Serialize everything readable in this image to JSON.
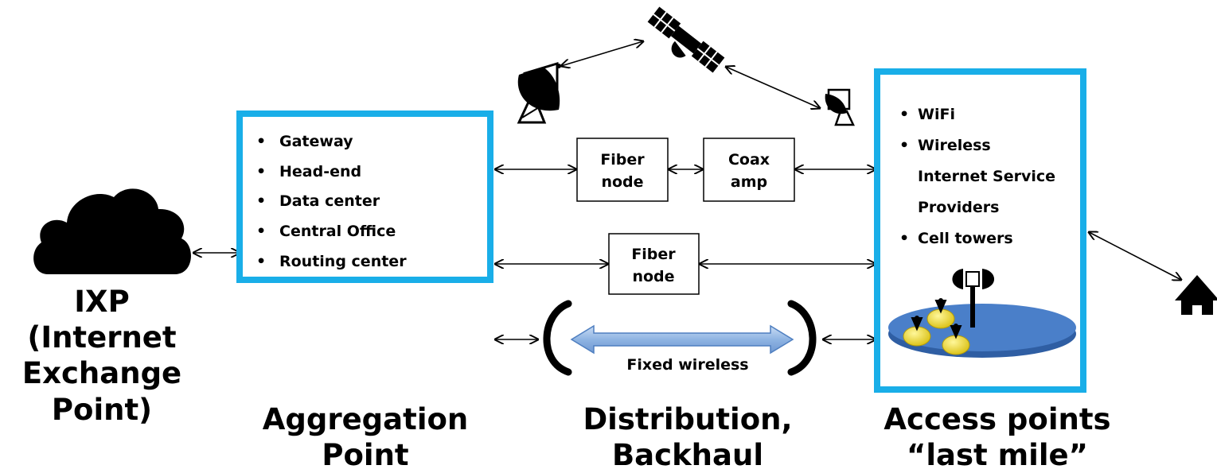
{
  "ixp": {
    "lines": [
      "IXP",
      "(Internet",
      "Exchange",
      "Point)"
    ]
  },
  "aggregation": {
    "items": [
      "Gateway",
      "Head-end",
      "Data center",
      "Central Office",
      "Routing center"
    ],
    "label_lines": [
      "Aggregation",
      "Point"
    ]
  },
  "distribution": {
    "fiber_node_1": [
      "Fiber",
      "node"
    ],
    "coax_amp": [
      "Coax",
      "amp"
    ],
    "fiber_node_2": [
      "Fiber",
      "node"
    ],
    "fixed_wireless": "Fixed wireless",
    "label_lines": [
      "Distribution,",
      "Backhaul"
    ]
  },
  "access": {
    "items": [
      "WiFi",
      "Wireless",
      "Internet Service",
      "Providers",
      "Cell towers"
    ],
    "label_lines": [
      "Access points",
      "“last mile”"
    ]
  },
  "bullet_char": "•",
  "colors": {
    "box_border": "#19aee8",
    "arrow_blue": "#8fb4e3",
    "arrow_blue_dark": "#4f7fc0",
    "disk": "#4a7fc9",
    "tower_yellow": "#e8d430"
  },
  "icons": [
    "cloud-icon",
    "satellite-icon",
    "satellite-dish-icon",
    "home-icon",
    "cell-tower-icon"
  ]
}
